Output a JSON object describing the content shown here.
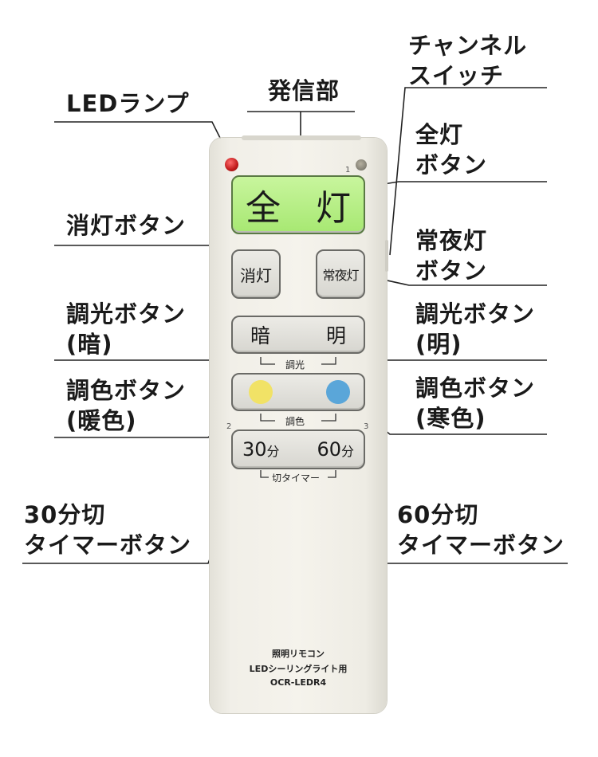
{
  "callouts": {
    "led_lamp": "LEDランプ",
    "transmitter": "発信部",
    "channel_switch": "チャンネル\nスイッチ",
    "full_light": "全灯\nボタン",
    "off": "消灯ボタン",
    "night_light": "常夜灯\nボタン",
    "dim_dark": "調光ボタン\n(暗)",
    "dim_bright": "調光ボタン\n(明)",
    "color_warm": "調色ボタン\n(暖色)",
    "color_cool": "調色ボタン\n(寒色)",
    "timer_30": "30分切\nタイマーボタン",
    "timer_60": "60分切\nタイマーボタン"
  },
  "remote": {
    "channel_mark": "1",
    "btn_full": "全　灯",
    "btn_off": "消灯",
    "btn_night": "常夜灯",
    "btn_dark": "暗",
    "btn_bright": "明",
    "dim_label": "調光",
    "color_label": "調色",
    "num2": "2",
    "num3": "3",
    "t30_num": "30",
    "t60_num": "60",
    "unit": "分",
    "timer_label": "切タイマー",
    "product1": "照明リモコン",
    "product2": "LEDシーリングライト用",
    "product3": "OCR-LEDR4"
  },
  "colors": {
    "full_button": "#b7ef86",
    "warm": "#f1e266",
    "cool": "#5aa6d9",
    "led": "#cf1f1f"
  }
}
